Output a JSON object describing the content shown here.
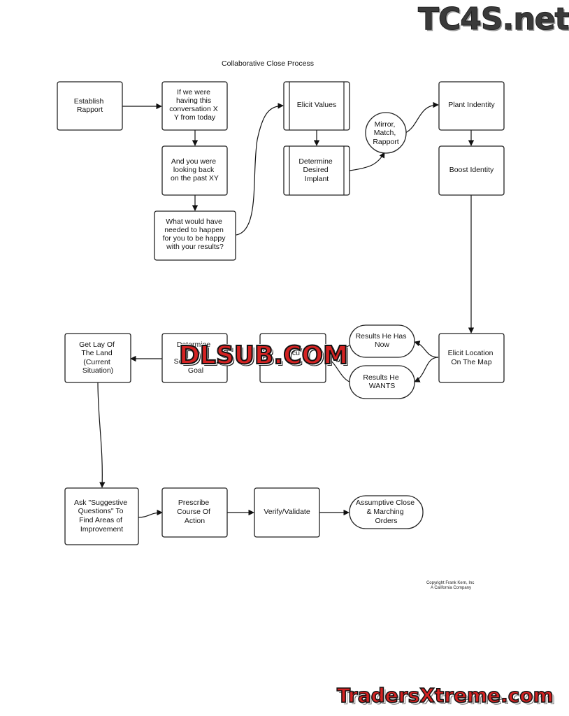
{
  "title": "Collaborative Close Process",
  "nodes": [
    {
      "id": "establish_rapport",
      "lines": [
        "Establish",
        "Rapport"
      ]
    },
    {
      "id": "if_we_were",
      "lines": [
        "If we were",
        "having this",
        "conversation X",
        "Y from today"
      ]
    },
    {
      "id": "looking_back",
      "lines": [
        "And you were",
        "looking back",
        "on the past XY"
      ]
    },
    {
      "id": "what_would_have",
      "lines": [
        "What would have",
        "needed to happen",
        "for you to be happy",
        "with your results?"
      ]
    },
    {
      "id": "elicit_values",
      "lines": [
        "Elicit Values"
      ]
    },
    {
      "id": "determine_implant",
      "lines": [
        "Determine",
        "Desired",
        "Implant"
      ]
    },
    {
      "id": "mirror_match",
      "lines": [
        "Mirror,",
        "Match,",
        "Rapport"
      ]
    },
    {
      "id": "plant_identity",
      "lines": [
        "Plant Indentity"
      ]
    },
    {
      "id": "boost_identity",
      "lines": [
        "Boost Identity"
      ]
    },
    {
      "id": "elicit_location",
      "lines": [
        "Elicit Location",
        "On The Map"
      ]
    },
    {
      "id": "results_now",
      "lines": [
        "Results He Has",
        "Now"
      ]
    },
    {
      "id": "results_wants",
      "lines": [
        "Results He",
        "WANTS"
      ]
    },
    {
      "id": "hidden_middle",
      "lines": [
        "...cu"
      ]
    },
    {
      "id": "determine_solution",
      "lines": [
        "Determine",
        "Sol...",
        "Goal"
      ]
    },
    {
      "id": "lay_of_land",
      "lines": [
        "Get Lay Of",
        "The Land",
        "(Current",
        "Situation)"
      ]
    },
    {
      "id": "suggestive_questions",
      "lines": [
        "Ask \"Suggestive",
        "Questions\" To",
        "Find Areas of",
        "Improvement"
      ]
    },
    {
      "id": "prescribe",
      "lines": [
        "Prescribe",
        "Course Of",
        "Action"
      ]
    },
    {
      "id": "verify",
      "lines": [
        "Verify/Validate"
      ]
    },
    {
      "id": "assumptive_close",
      "lines": [
        "Assumptive Close",
        "& Marching",
        "Orders"
      ]
    }
  ],
  "copyright": [
    "Copyright Frank Kern, Inc",
    "A California Company"
  ],
  "watermarks": {
    "top": "TC4S.net",
    "middle": "DLSUB.COM",
    "bottom": "TradersXtreme.com"
  }
}
